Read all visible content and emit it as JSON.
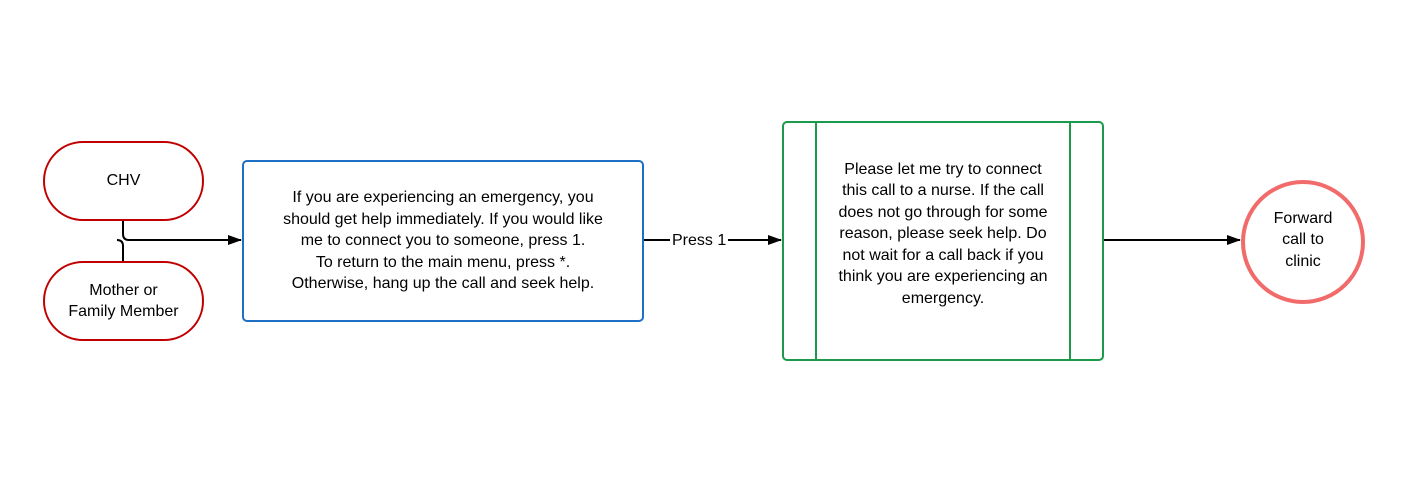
{
  "nodes": {
    "chv": {
      "label": "CHV"
    },
    "mother": {
      "label": "Mother or\nFamily Member"
    },
    "ivr_message": {
      "label": "If you are experiencing an emergency, you\nshould get help immediately. If you would like\nme to connect you to someone, press 1.\nTo return to the main menu, press *.\nOtherwise, hang up the call and seek help."
    },
    "nurse_connect": {
      "label": "Please let me try to connect\nthis call to a nurse. If the call\ndoes not go through for some\nreason, please seek help. Do\nnot wait for a call back if you\nthink you are experiencing an\nemergency."
    },
    "clinic": {
      "label": "Forward\ncall to\nclinic"
    }
  },
  "edges": {
    "press_1": {
      "label": "Press 1"
    }
  },
  "colors": {
    "start_node_border": "#c00000",
    "process_border": "#1e6fc6",
    "subprocess_border": "#1a9a4a",
    "end_node_border": "#f26b6b",
    "connector": "#000000"
  }
}
